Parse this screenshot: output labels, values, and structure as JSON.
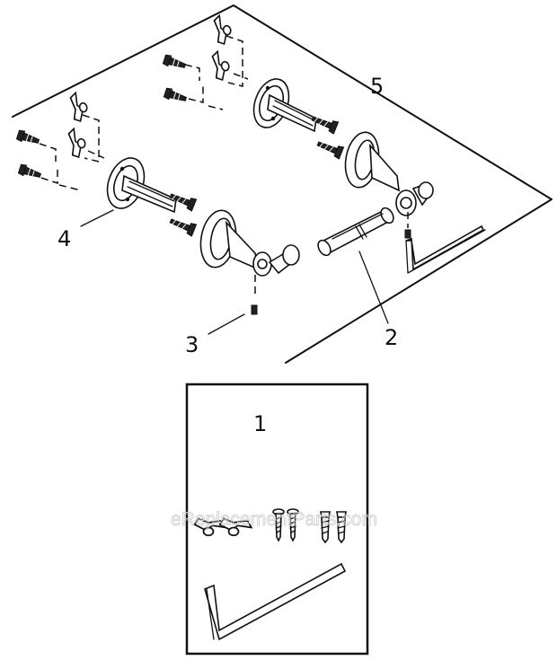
{
  "callouts": {
    "part_1": "1",
    "part_2": "2",
    "part_3": "3",
    "part_4": "4",
    "part_5": "5"
  },
  "watermark": "eReplacementParts.com"
}
